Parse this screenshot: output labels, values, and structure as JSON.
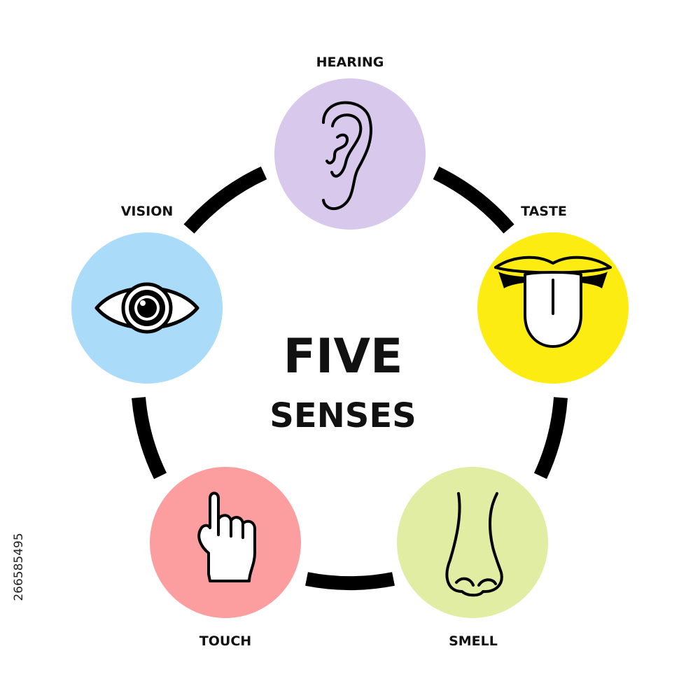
{
  "title": {
    "line1": "FIVE",
    "line2": "SENSES"
  },
  "senses": {
    "hearing": {
      "label": "HEARING",
      "color": "#d8c8ec",
      "icon": "ear-icon"
    },
    "taste": {
      "label": "TASTE",
      "color": "#fdec12",
      "icon": "tongue-icon"
    },
    "smell": {
      "label": "SMELL",
      "color": "#e0eda3",
      "icon": "nose-icon"
    },
    "touch": {
      "label": "TOUCH",
      "color": "#fc9ea0",
      "icon": "pointing-hand-icon"
    },
    "vision": {
      "label": "VISION",
      "color": "#aadcfa",
      "icon": "eye-icon"
    }
  },
  "stock_id": "266585495",
  "colors": {
    "ring": "#000000",
    "text": "#111111",
    "background": "#ffffff"
  }
}
